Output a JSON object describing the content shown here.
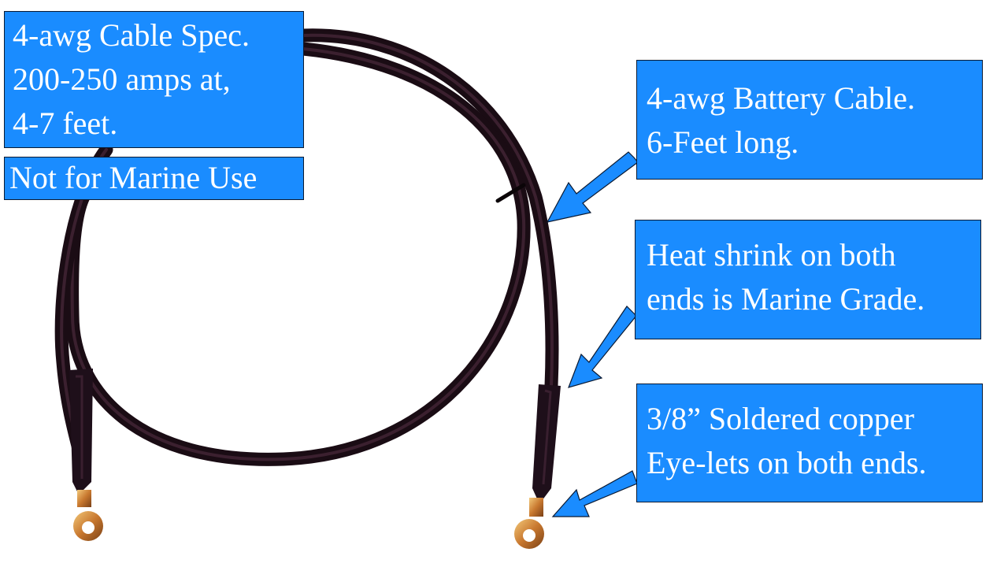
{
  "callouts": {
    "spec": "4-awg Cable Spec.\n200-250 amps at,\n4-7 feet.",
    "marine": "Not for Marine Use",
    "length": "4-awg Battery Cable.\n6-Feet long.",
    "heat_shrink": "Heat shrink on both\nends is Marine Grade.",
    "eyelets": "3/8” Soldered copper\nEye-lets on both ends."
  },
  "image": {
    "subject": "coiled 4-awg battery cable with heat shrink and copper eyelets",
    "cable_color": "#2a1420",
    "heat_shrink_color": "#1e0f1a",
    "copper_color": "#c8782f",
    "tin_color": "#d9a54a"
  },
  "style": {
    "callout_fill": "#1a8cff",
    "callout_border": "#0a1a33",
    "arrow_color": "#1a8cff"
  }
}
